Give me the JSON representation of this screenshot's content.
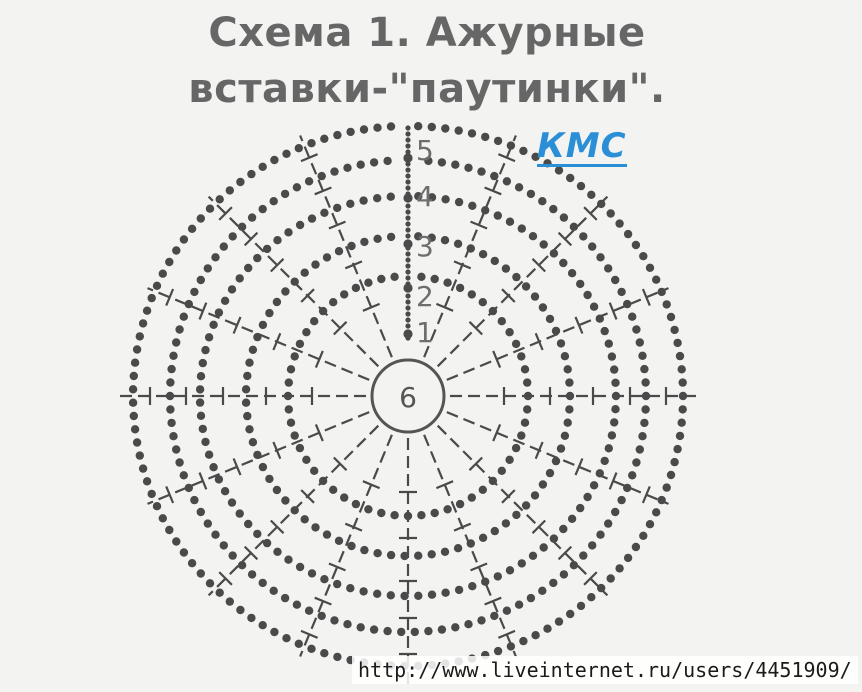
{
  "title": {
    "line1": "Схема 1. Ажурные",
    "line2": "вставки-\"паутинки\"."
  },
  "logo_text": "КМС",
  "center_label": "6",
  "row_labels": [
    "1",
    "2",
    "3",
    "4",
    "5"
  ],
  "url_text": "http://www.liveinternet.ru/users/4451909/",
  "colors": {
    "background": "#f3f3f1",
    "ink": "#4a4a4a",
    "title": "#666666",
    "logo": "#2a8fd6"
  },
  "rings": {
    "count": 5,
    "center_ring_stitch": "circle",
    "spokes": 16
  }
}
